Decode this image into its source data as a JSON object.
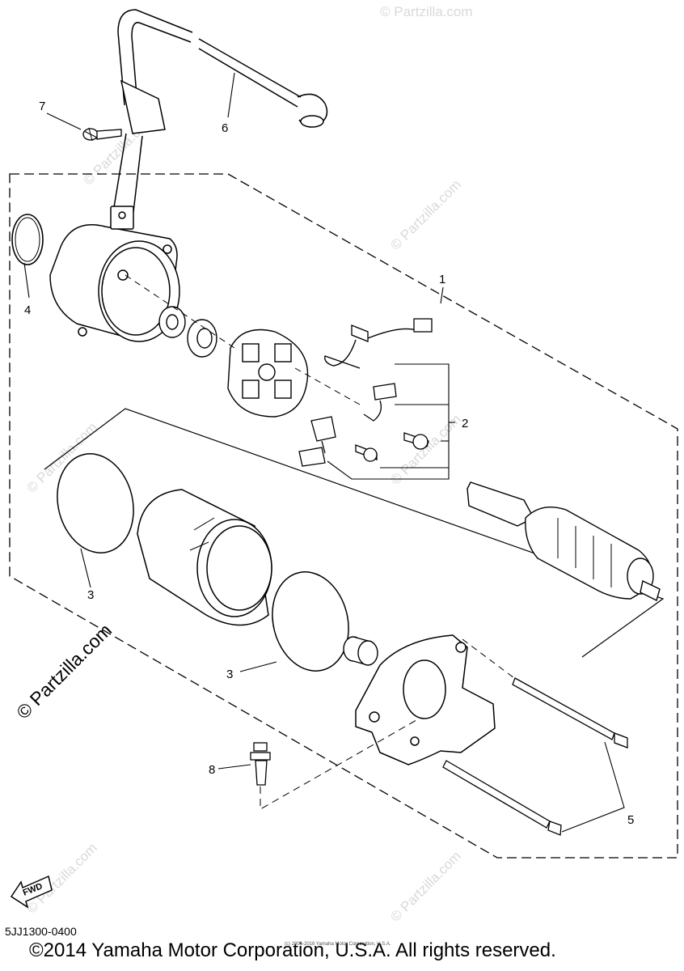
{
  "callouts": [
    "1",
    "2",
    "3",
    "3",
    "4",
    "5",
    "6",
    "7",
    "8"
  ],
  "watermark": {
    "small": "© Partzilla.com",
    "large": "© Partzilla.com"
  },
  "fwd_label": "FWD",
  "diagram_code": "5JJ1300-0400",
  "copyright": "©2014 Yamaha Motor Corporation, U.S.A. All rights reserved.",
  "copyright_tiny": "(c) 2006-2016 Yamaha Motor Corporation, U.S.A."
}
